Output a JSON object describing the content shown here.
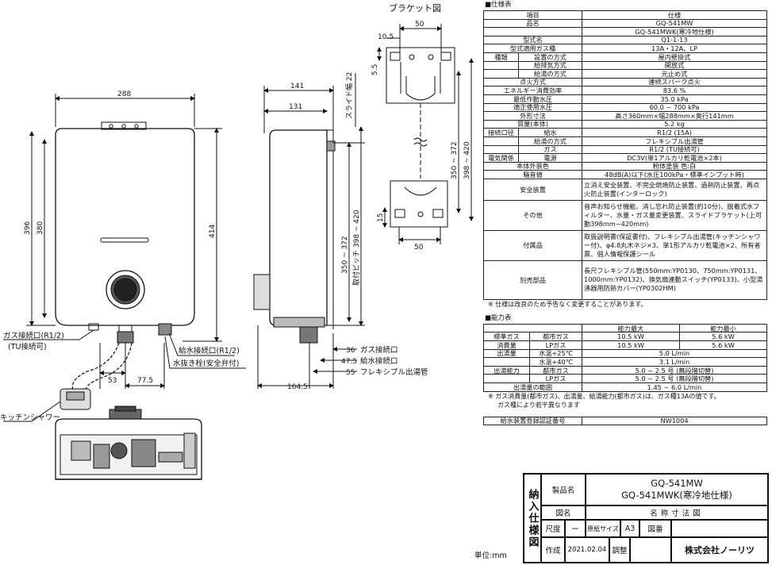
{
  "unit_label": "単位:mm",
  "bracket": {
    "title": "ブラケット図",
    "dims": {
      "top_width": "50",
      "offset": "10.5",
      "height_small": "5.5",
      "v350_372": "350 ~ 372",
      "v398_420": "398 ~ 420",
      "lower_width": "50",
      "lower_small": "15"
    }
  },
  "front_view": {
    "dims": {
      "width": "288",
      "h396": "396",
      "h380": "380",
      "h414": "414",
      "d53": "53",
      "d775": "77.5"
    }
  },
  "side_view": {
    "dims": {
      "d141": "141",
      "d131": "131",
      "slide": "スライド幅 22",
      "v350_372": "350 ~ 372",
      "pitch": "取付ピッチ 398 ~ 420",
      "d36": "36",
      "d475": "47.5",
      "d55": "55",
      "d1645": "164.5"
    }
  },
  "callouts": {
    "gas": "ガス接続口(R1/2)",
    "gas_sub": "(TU接続可)",
    "water": "給水接続口(R1/2)",
    "drain": "水抜き栓(安全弁付)",
    "side_gas": "ガス接続口",
    "side_water": "給水接続口",
    "side_flex": "フレキシブル出湯管",
    "shower": "キッチンシャワー"
  },
  "spec": {
    "title": "■仕様表",
    "header": [
      "項目",
      "仕様"
    ],
    "rows": [
      {
        "k1": "品名",
        "v": "GQ-541MW"
      },
      {
        "k1": "",
        "v": "GQ-541MWK(寒冷地仕様)"
      },
      {
        "k1": "型式名",
        "v": "Q1-1-13"
      },
      {
        "k1": "型式適用ガス種",
        "v": "13A・12A、LP"
      },
      {
        "k1": "種類",
        "k2": "設置の方式",
        "v": "屋内壁掛式"
      },
      {
        "k1": "",
        "k2": "給排気方式",
        "v": "開放式"
      },
      {
        "k1": "",
        "k2": "給湯の方式",
        "v": "元止め式"
      },
      {
        "k1": "点火方式",
        "v": "連続スパーク点火"
      },
      {
        "k1": "エネルギー消費効率",
        "v": "83.6 %"
      },
      {
        "k1": "最低作動水圧",
        "v": "35.0 kPa"
      },
      {
        "k1": "適正使用水圧",
        "v": "60.0 ~ 700 kPa"
      },
      {
        "k1": "外形寸法",
        "v": "高さ360mm×幅288mm×奥行141mm"
      },
      {
        "k1": "質量(本体)",
        "v": "5.2 kg"
      },
      {
        "k1": "接続口径",
        "k2": "給水",
        "v": "R1/2 (15A)"
      },
      {
        "k1": "",
        "k2": "給湯の方式",
        "v": "フレキシブル出湯管"
      },
      {
        "k1": "",
        "k2": "ガス",
        "v": "R1/2 (TU接続可)"
      },
      {
        "k1": "電気関係",
        "k2": "電源",
        "v": "DC3V(単1アルカリ乾電池×2本)"
      },
      {
        "k1": "本体外装色",
        "v": "粉体塗装 色:白"
      },
      {
        "k1": "騒音値",
        "v": "48dB(A)以下(水圧100kPa・標準インプット時)"
      }
    ],
    "safety_label": "安全装置",
    "safety": "立消え安全装置、不完全燃焼防止装置、過熱防止装置、再点火防止装置(インターロック)",
    "other_label": "その他",
    "other": "音声お知らせ機能、消し忘れ防止装置(約10分)、脱着式水フィルター、水量・ガス量変更装置、スライドブラケット(上可動398mm~420mm)",
    "acc_label": "付属品",
    "acc": "取扱説明書(保証書付)、フレキシブル出湯管(キッチンシャワー付)、φ4.8丸木ネジ×3、単1形アルカリ乾電池×2、所有者票、個人情報保護シール",
    "opt_label": "別売部品",
    "opt": "長尺フレキシブル管(550mm:YP0130、750mm:YP0131、1000mm:YP0132)、換気扇連動スイッチ(YP0133)、小型湯沸器用防熱カバー(YP0302HM)",
    "note": "※ 仕様は改良のため予告なく変更することがあります。"
  },
  "perf": {
    "title": "■能力表",
    "header": [
      "",
      "",
      "能力最大",
      "能力最小"
    ],
    "rows": [
      {
        "a": "標準ガス",
        "b": "都市ガス",
        "max": "10.5 kW",
        "min": "5.6 kW"
      },
      {
        "a": "消費量",
        "b": "LPガス",
        "max": "10.5 kW",
        "min": "5.6 kW"
      },
      {
        "a": "出湯量",
        "b": "水温+25℃",
        "max": "5.0 L/min",
        "min": ""
      },
      {
        "a": "",
        "b": "水温+40℃",
        "max": "3.1 L/min",
        "min": ""
      },
      {
        "a": "出湯能力",
        "b": "都市ガス",
        "max": "5.0 ~ 2.5 号 (無段階切替)",
        "min": ""
      },
      {
        "a": "",
        "b": "LPガス",
        "max": "5.0 ~ 2.5 号 (無段階切替)",
        "min": ""
      },
      {
        "a": "出湯量の範囲",
        "b": "",
        "max": "1.45 ~ 6.0 L/min",
        "min": ""
      }
    ],
    "note1": "※ ガス消費量(都市ガス)、出湯量、給湯能力(都市ガス)は、ガス種13Aの値です。",
    "note2": "ガス種により若干異なります"
  },
  "approval": {
    "label": "給水装置登録認証番号",
    "value": "NW1004"
  },
  "title_block": {
    "side": "納入仕様図",
    "product_label": "製品名",
    "product1": "GQ-541MW",
    "product2": "GQ-541MWK(寒冷地仕様)",
    "drawing_label": "図名",
    "drawing_name": "名称寸法図",
    "scale_label": "尺度",
    "scale": "ー",
    "paper_label": "原紙サイズ",
    "paper": "A3",
    "drawing_no_label": "図番",
    "made_label": "作成",
    "date": "2021.02.04",
    "check_label": "調整",
    "company": "株式会社ノーリツ"
  }
}
